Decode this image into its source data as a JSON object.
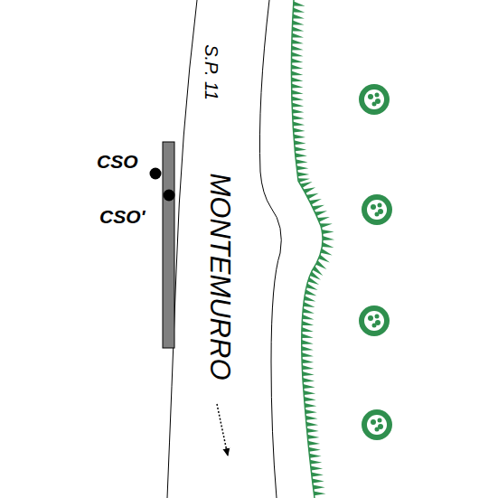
{
  "diagram": {
    "labels": [
      "S.P. 11",
      "CSO",
      "CSO'",
      "MONTEMURRO"
    ]
  }
}
